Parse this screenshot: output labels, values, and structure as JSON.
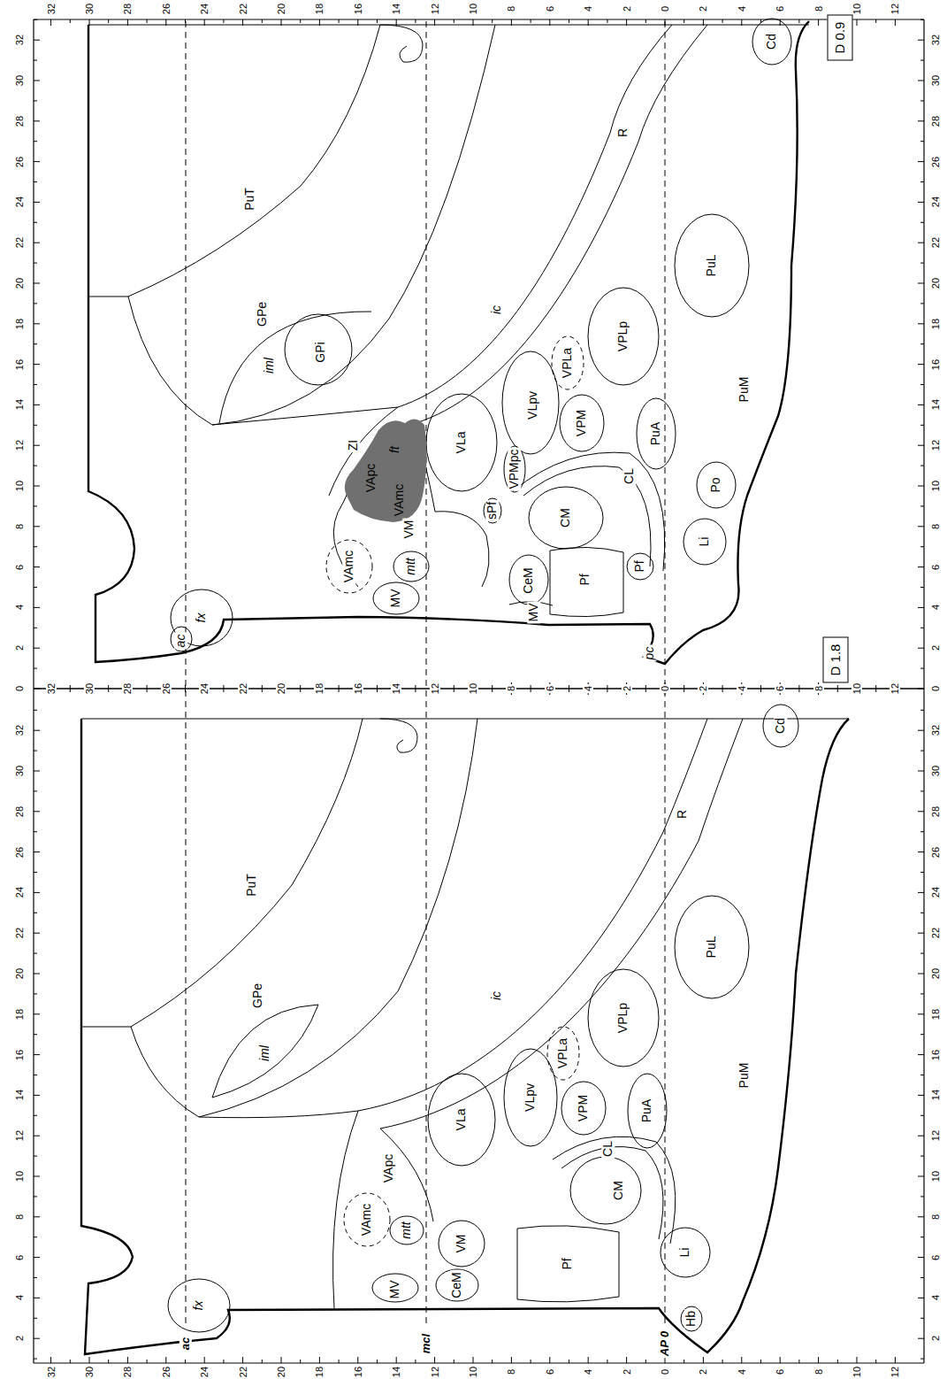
{
  "diagram": {
    "nodes": [
      {
        "text": [
          "D 1.8"
        ]
      },
      {
        "text": [
          "D 0.9"
        ]
      }
    ],
    "labels": [
      "32",
      "30",
      "28",
      "26",
      "24",
      "22",
      "20",
      "18",
      "16",
      "14",
      "12",
      "10",
      "8",
      "6",
      "4",
      "2",
      "0",
      "2",
      "4",
      "6",
      "8",
      "10",
      "12",
      "32",
      "30",
      "28",
      "26",
      "24",
      "22",
      "20",
      "18",
      "16",
      "14",
      "12",
      "10",
      "8",
      "6",
      "4",
      "2",
      "0",
      "2",
      "4",
      "6",
      "8",
      "10",
      "12",
      "32",
      "30",
      "28",
      "26",
      "24",
      "22",
      "20",
      "18",
      "16",
      "14",
      "12",
      "10",
      "8",
      "6",
      "4",
      "2",
      "0",
      "2",
      "4",
      "6",
      "8",
      "10",
      "12",
      "0",
      "2",
      "4",
      "6",
      "8",
      "10",
      "12",
      "14",
      "16",
      "18",
      "20",
      "22",
      "24",
      "26",
      "28",
      "30",
      "32",
      "2",
      "4",
      "6",
      "8",
      "10",
      "12",
      "14",
      "16",
      "18",
      "20",
      "22",
      "24",
      "26",
      "28",
      "30",
      "32",
      "0",
      "2",
      "4",
      "6",
      "8",
      "10",
      "12",
      "14",
      "16",
      "18",
      "20",
      "22",
      "24",
      "26",
      "28",
      "30",
      "32",
      "2",
      "4",
      "6",
      "8",
      "10",
      "12",
      "14",
      "16",
      "18",
      "20",
      "22",
      "24",
      "26",
      "28",
      "30",
      "32",
      "ac",
      "mcl",
      "AP 0",
      "PuT",
      "GPe",
      "iml",
      "GPi",
      "ic",
      "R",
      "Cd",
      "PuL",
      "VPLp",
      "VPLa",
      "VLpv",
      "VLa",
      "VPM",
      "PuA",
      "PuM",
      "CL",
      "CM",
      "VPMpc",
      "sPf",
      "Pf",
      "Pf",
      "Li",
      "Po",
      "VM",
      "ZI",
      "VApc",
      "ft",
      "VAmc",
      "VAmc",
      "mtt",
      "MV",
      "CeM",
      "MV",
      "fx",
      "ac",
      "pc",
      "PuT",
      "GPe",
      "iml",
      "ic",
      "R",
      "Cd",
      "PuL",
      "VPLp",
      "VPLa",
      "VLpv",
      "VLa",
      "VPM",
      "PuA",
      "PuM",
      "CL",
      "CM",
      "VApc",
      "VAmc",
      "mtt",
      "VM",
      "Pf",
      "Li",
      "Hb",
      "MV",
      "CeM",
      "fx"
    ]
  }
}
